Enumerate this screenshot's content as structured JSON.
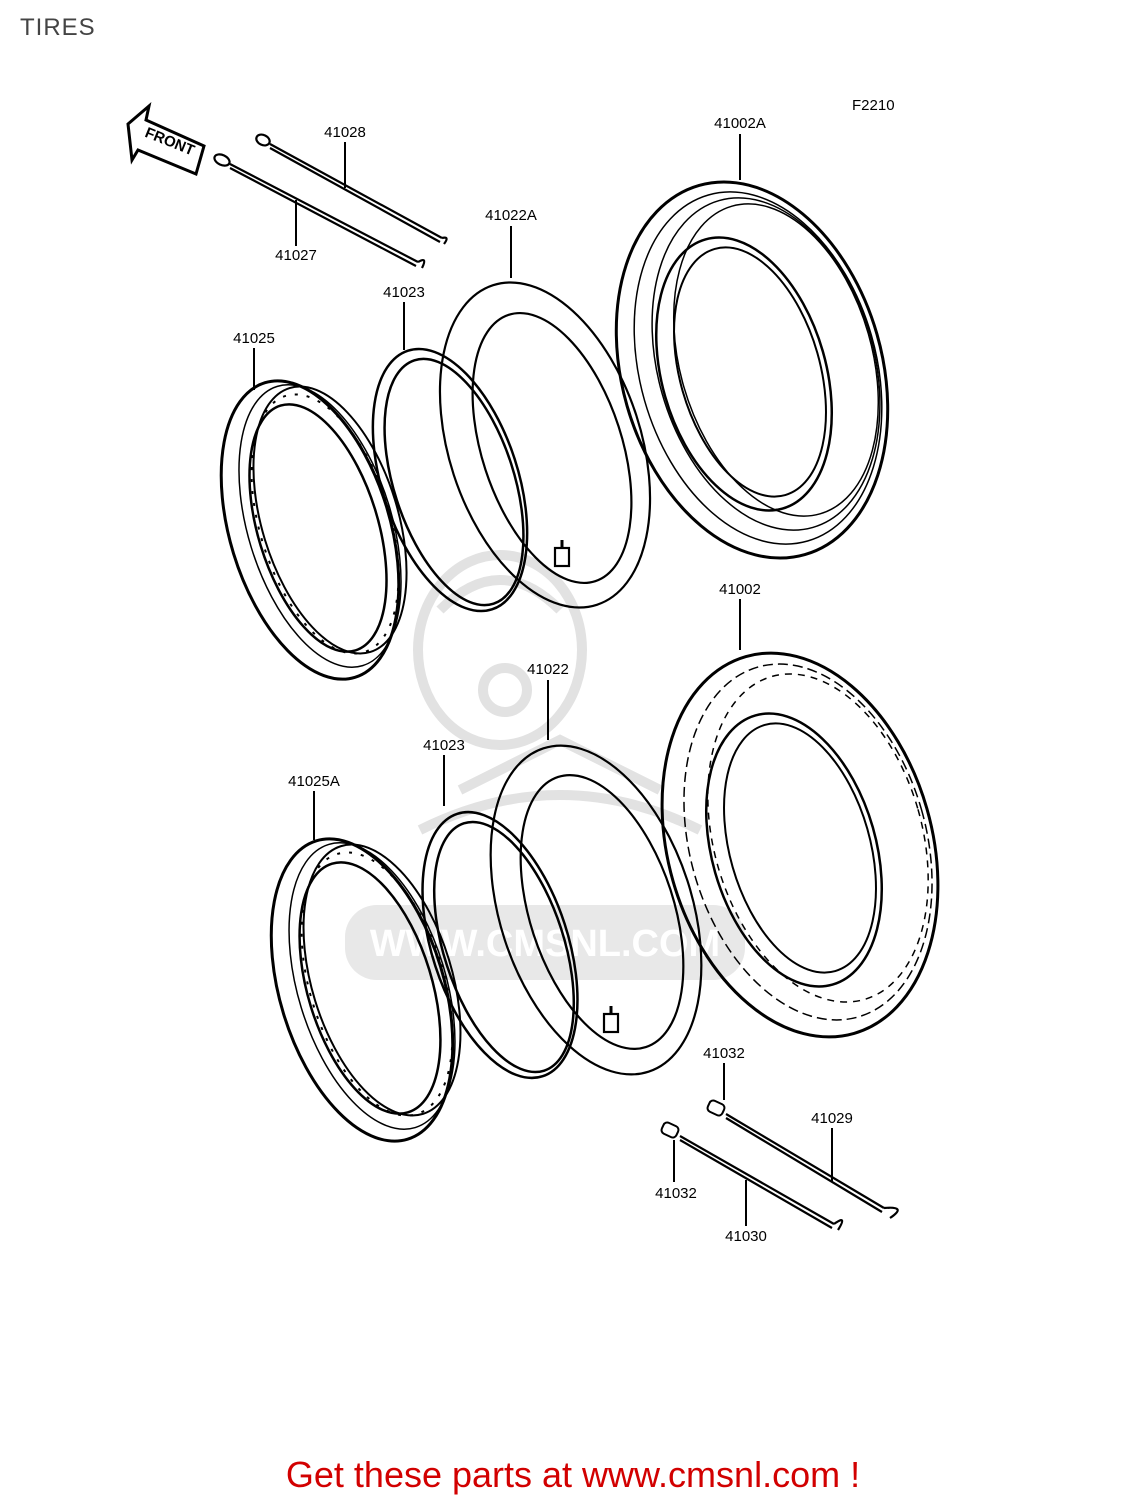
{
  "page": {
    "title": "TIRES"
  },
  "diagram": {
    "figure_code": "F2210",
    "front_arrow_label": "FRONT",
    "part_numbers": {
      "tire_front": "41002A",
      "tire_rear": "41002",
      "tube_front": "41022A",
      "tube_rear": "41022",
      "rim_band_front": "41023",
      "rim_band_rear": "41023",
      "rim_front": "41025",
      "rim_rear": "41025A",
      "spoke_outer_front": "41028",
      "spoke_inner_front": "41027",
      "spoke_outer_rear": "41029",
      "spoke_inner_rear": "41030",
      "nipple_upper": "41032",
      "nipple_lower": "41032"
    }
  },
  "watermark": {
    "text": "WWW.CMSNL.COM",
    "color": "#e4e4e4"
  },
  "footer": {
    "link_text": "Get these parts at www.cmsnl.com !",
    "color": "#d20000"
  }
}
